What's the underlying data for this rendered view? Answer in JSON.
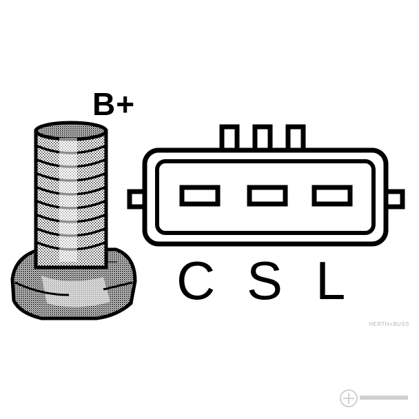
{
  "labels": {
    "battery_terminal": "B+",
    "pin_1": "C",
    "pin_2": "S",
    "pin_3": "L"
  },
  "watermark": {
    "brand": "HERTH+BUSS"
  },
  "colors": {
    "ink": "#000000",
    "background": "#ffffff",
    "watermark": "#b5b5b5"
  }
}
